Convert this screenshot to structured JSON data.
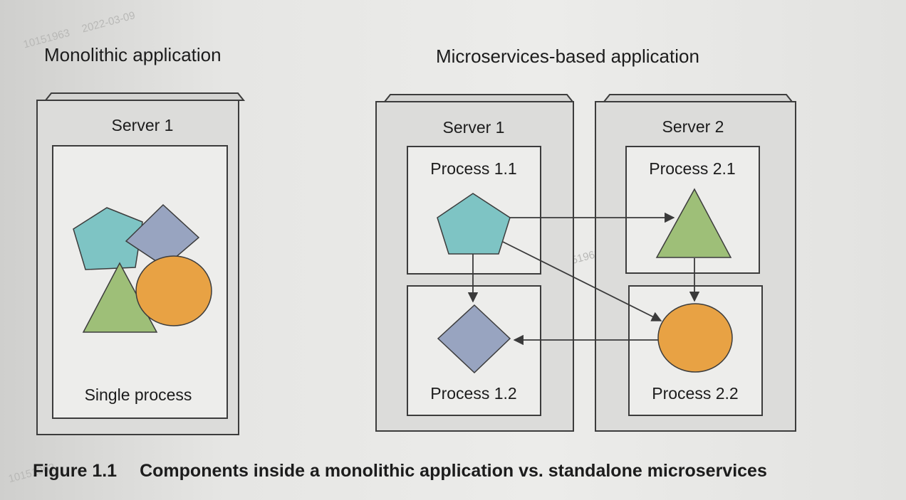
{
  "monolithic": {
    "title": "Monolithic application",
    "server_label": "Server 1",
    "process_label": "Single process"
  },
  "microservices": {
    "title": "Microservices-based application",
    "server1": {
      "label": "Server 1",
      "process_top": "Process 1.1",
      "process_bottom": "Process 1.2"
    },
    "server2": {
      "label": "Server 2",
      "process_top": "Process 2.1",
      "process_bottom": "Process 2.2"
    }
  },
  "caption": {
    "number": "Figure 1.1",
    "text": "Components inside a monolithic application vs. standalone microservices"
  },
  "watermarks": {
    "id": "10151963",
    "date": "2022-03-09"
  },
  "shape_colors": {
    "pentagon": "#7ec4c4",
    "diamond": "#98a4c0",
    "triangle": "#9ebf78",
    "circle": "#e8a244"
  }
}
